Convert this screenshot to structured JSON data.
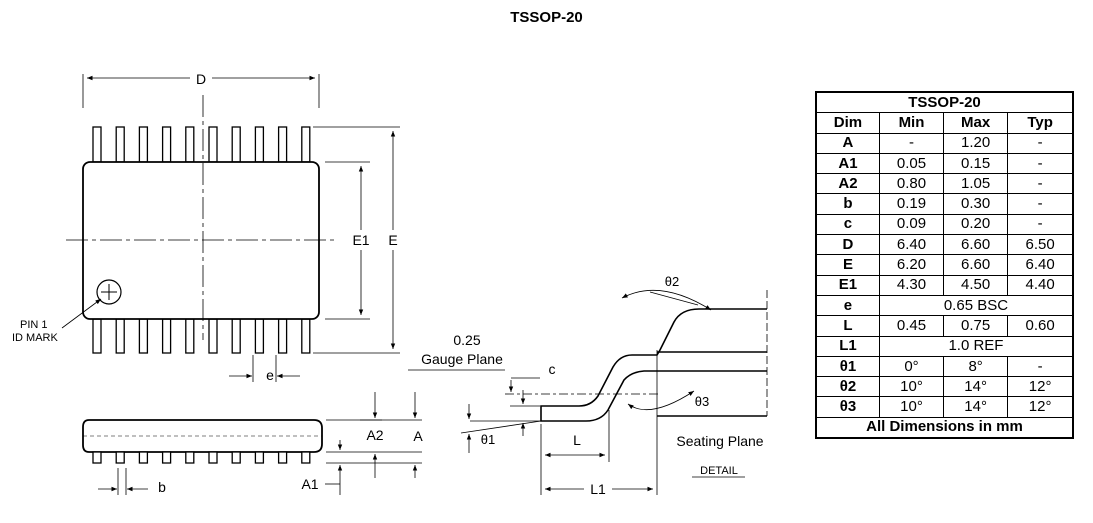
{
  "title": "TSSOP-20",
  "top_view": {
    "dim_D": "D",
    "dim_E1": "E1",
    "dim_E": "E",
    "dim_e": "e",
    "pin1_line1": "PIN 1",
    "pin1_line2": "ID MARK"
  },
  "side_view": {
    "dim_A2": "A2",
    "dim_A": "A",
    "dim_A1": "A1",
    "dim_b": "b"
  },
  "detail_view": {
    "gauge_value": "0.25",
    "gauge_label": "Gauge Plane",
    "dim_c": "c",
    "theta1": "θ1",
    "theta2": "θ2",
    "theta3": "θ3",
    "dim_L": "L",
    "dim_L1": "L1",
    "seating_plane": "Seating Plane",
    "detail_label": "DETAIL"
  },
  "table": {
    "title": "TSSOP-20",
    "headers": [
      "Dim",
      "Min",
      "Max",
      "Typ"
    ],
    "rows": [
      {
        "dim": "A",
        "min": "-",
        "max": "1.20",
        "typ": "-"
      },
      {
        "dim": "A1",
        "min": "0.05",
        "max": "0.15",
        "typ": "-"
      },
      {
        "dim": "A2",
        "min": "0.80",
        "max": "1.05",
        "typ": "-"
      },
      {
        "dim": "b",
        "min": "0.19",
        "max": "0.30",
        "typ": "-"
      },
      {
        "dim": "c",
        "min": "0.09",
        "max": "0.20",
        "typ": "-"
      },
      {
        "dim": "D",
        "min": "6.40",
        "max": "6.60",
        "typ": "6.50"
      },
      {
        "dim": "E",
        "min": "6.20",
        "max": "6.60",
        "typ": "6.40"
      },
      {
        "dim": "E1",
        "min": "4.30",
        "max": "4.50",
        "typ": "4.40"
      },
      {
        "dim": "e",
        "span": "0.65 BSC"
      },
      {
        "dim": "L",
        "min": "0.45",
        "max": "0.75",
        "typ": "0.60"
      },
      {
        "dim": "L1",
        "span": "1.0  REF"
      },
      {
        "dim": "θ1",
        "min": "0°",
        "max": "8°",
        "typ": "-"
      },
      {
        "dim": "θ2",
        "min": "10°",
        "max": "14°",
        "typ": "12°"
      },
      {
        "dim": "θ3",
        "min": "10°",
        "max": "14°",
        "typ": "12°"
      }
    ],
    "footer": "All Dimensions  in mm"
  }
}
